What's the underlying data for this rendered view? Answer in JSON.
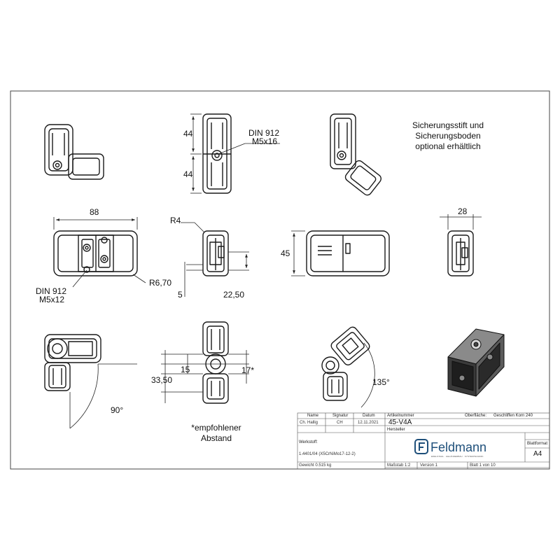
{
  "note": {
    "line1": "Sicherungsstift und",
    "line2": "Sicherungsboden",
    "line3": "optional erhältlich"
  },
  "dims": {
    "d44a": "44",
    "d44b": "44",
    "din_top_1": "DIN 912",
    "din_top_2": "M5x16",
    "d88": "88",
    "r4": "R4",
    "d45": "45",
    "d28": "28",
    "din_left_1": "DIN 912",
    "din_left_2": "M5x12",
    "r670": "R6,70",
    "d5": "5",
    "d2250": "22,50",
    "d15": "15",
    "d17": "17*",
    "d3350": "33,50",
    "a90": "90°",
    "a135": "135°"
  },
  "footnote": {
    "line1": "*empfohlener",
    "line2": "Abstand"
  },
  "title_block": {
    "name_label": "Name",
    "signature_label": "Signatur",
    "date_label": "Datum",
    "article_label": "Artikelnummer",
    "surface_label": "Oberfläche:",
    "surface_value": "Geschliffen Korn 240",
    "drawn_by": "Ch. Hallig",
    "signature": "CH",
    "date": "12.11.2021",
    "article_number": "45-V4A",
    "manufacturer_label": "Hersteller",
    "material_label": "Werkstoff:",
    "material_value": "1.4401/04 (X5CrNiMo17-12-2)",
    "format_label": "Blattformat",
    "format_value": "A4",
    "weight": "Gewicht 0.515 kg",
    "scale": "Maßstab 1:2",
    "version": "Version 1",
    "sheet": "Blatt 1 von 10",
    "brand": "Feldmann",
    "brand_tagline": "EDELSTAHL · GELÄNDERBAU · SYSTEMTECHNIK"
  }
}
